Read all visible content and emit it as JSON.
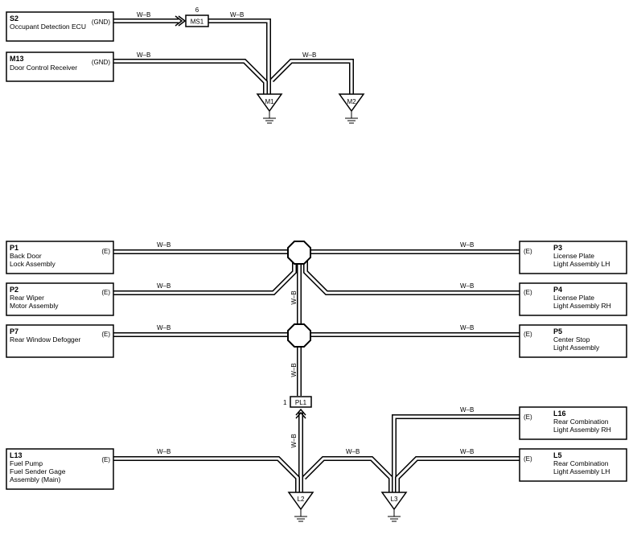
{
  "wire_color": "W–B",
  "components": {
    "S2": {
      "code": "S2",
      "lines": [
        "Occupant Detection ECU"
      ],
      "pin": "(GND)"
    },
    "M13": {
      "code": "M13",
      "lines": [
        "Door Control Receiver"
      ],
      "pin": "(GND)"
    },
    "P1": {
      "code": "P1",
      "lines": [
        "Back Door",
        "Lock Assembly"
      ],
      "pin": "(E)"
    },
    "P2": {
      "code": "P2",
      "lines": [
        "Rear Wiper",
        "Motor Assembly"
      ],
      "pin": "(E)"
    },
    "P7": {
      "code": "P7",
      "lines": [
        "Rear Window Defogger"
      ],
      "pin": "(E)"
    },
    "L13": {
      "code": "L13",
      "lines": [
        "Fuel Pump",
        "Fuel Sender Gage",
        "Assembly (Main)"
      ],
      "pin": "(E)"
    },
    "P3": {
      "code": "P3",
      "lines": [
        "License Plate",
        "Light Assembly LH"
      ],
      "pin": "(E)"
    },
    "P4": {
      "code": "P4",
      "lines": [
        "License Plate",
        "Light Assembly RH"
      ],
      "pin": "(E)"
    },
    "P5": {
      "code": "P5",
      "lines": [
        "Center Stop",
        "Light Assembly"
      ],
      "pin": "(E)"
    },
    "L16": {
      "code": "L16",
      "lines": [
        "Rear Combination",
        "Light Assembly RH"
      ],
      "pin": "(E)"
    },
    "L5": {
      "code": "L5",
      "lines": [
        "Rear Combination",
        "Light Assembly LH"
      ],
      "pin": "(E)"
    }
  },
  "connectors": {
    "MS1": {
      "label": "MS1",
      "pin": "6"
    },
    "PL1": {
      "label": "PL1",
      "pin": "1"
    }
  },
  "grounds": {
    "M1": "M1",
    "M2": "M2",
    "L2": "L2",
    "L3": "L3"
  }
}
